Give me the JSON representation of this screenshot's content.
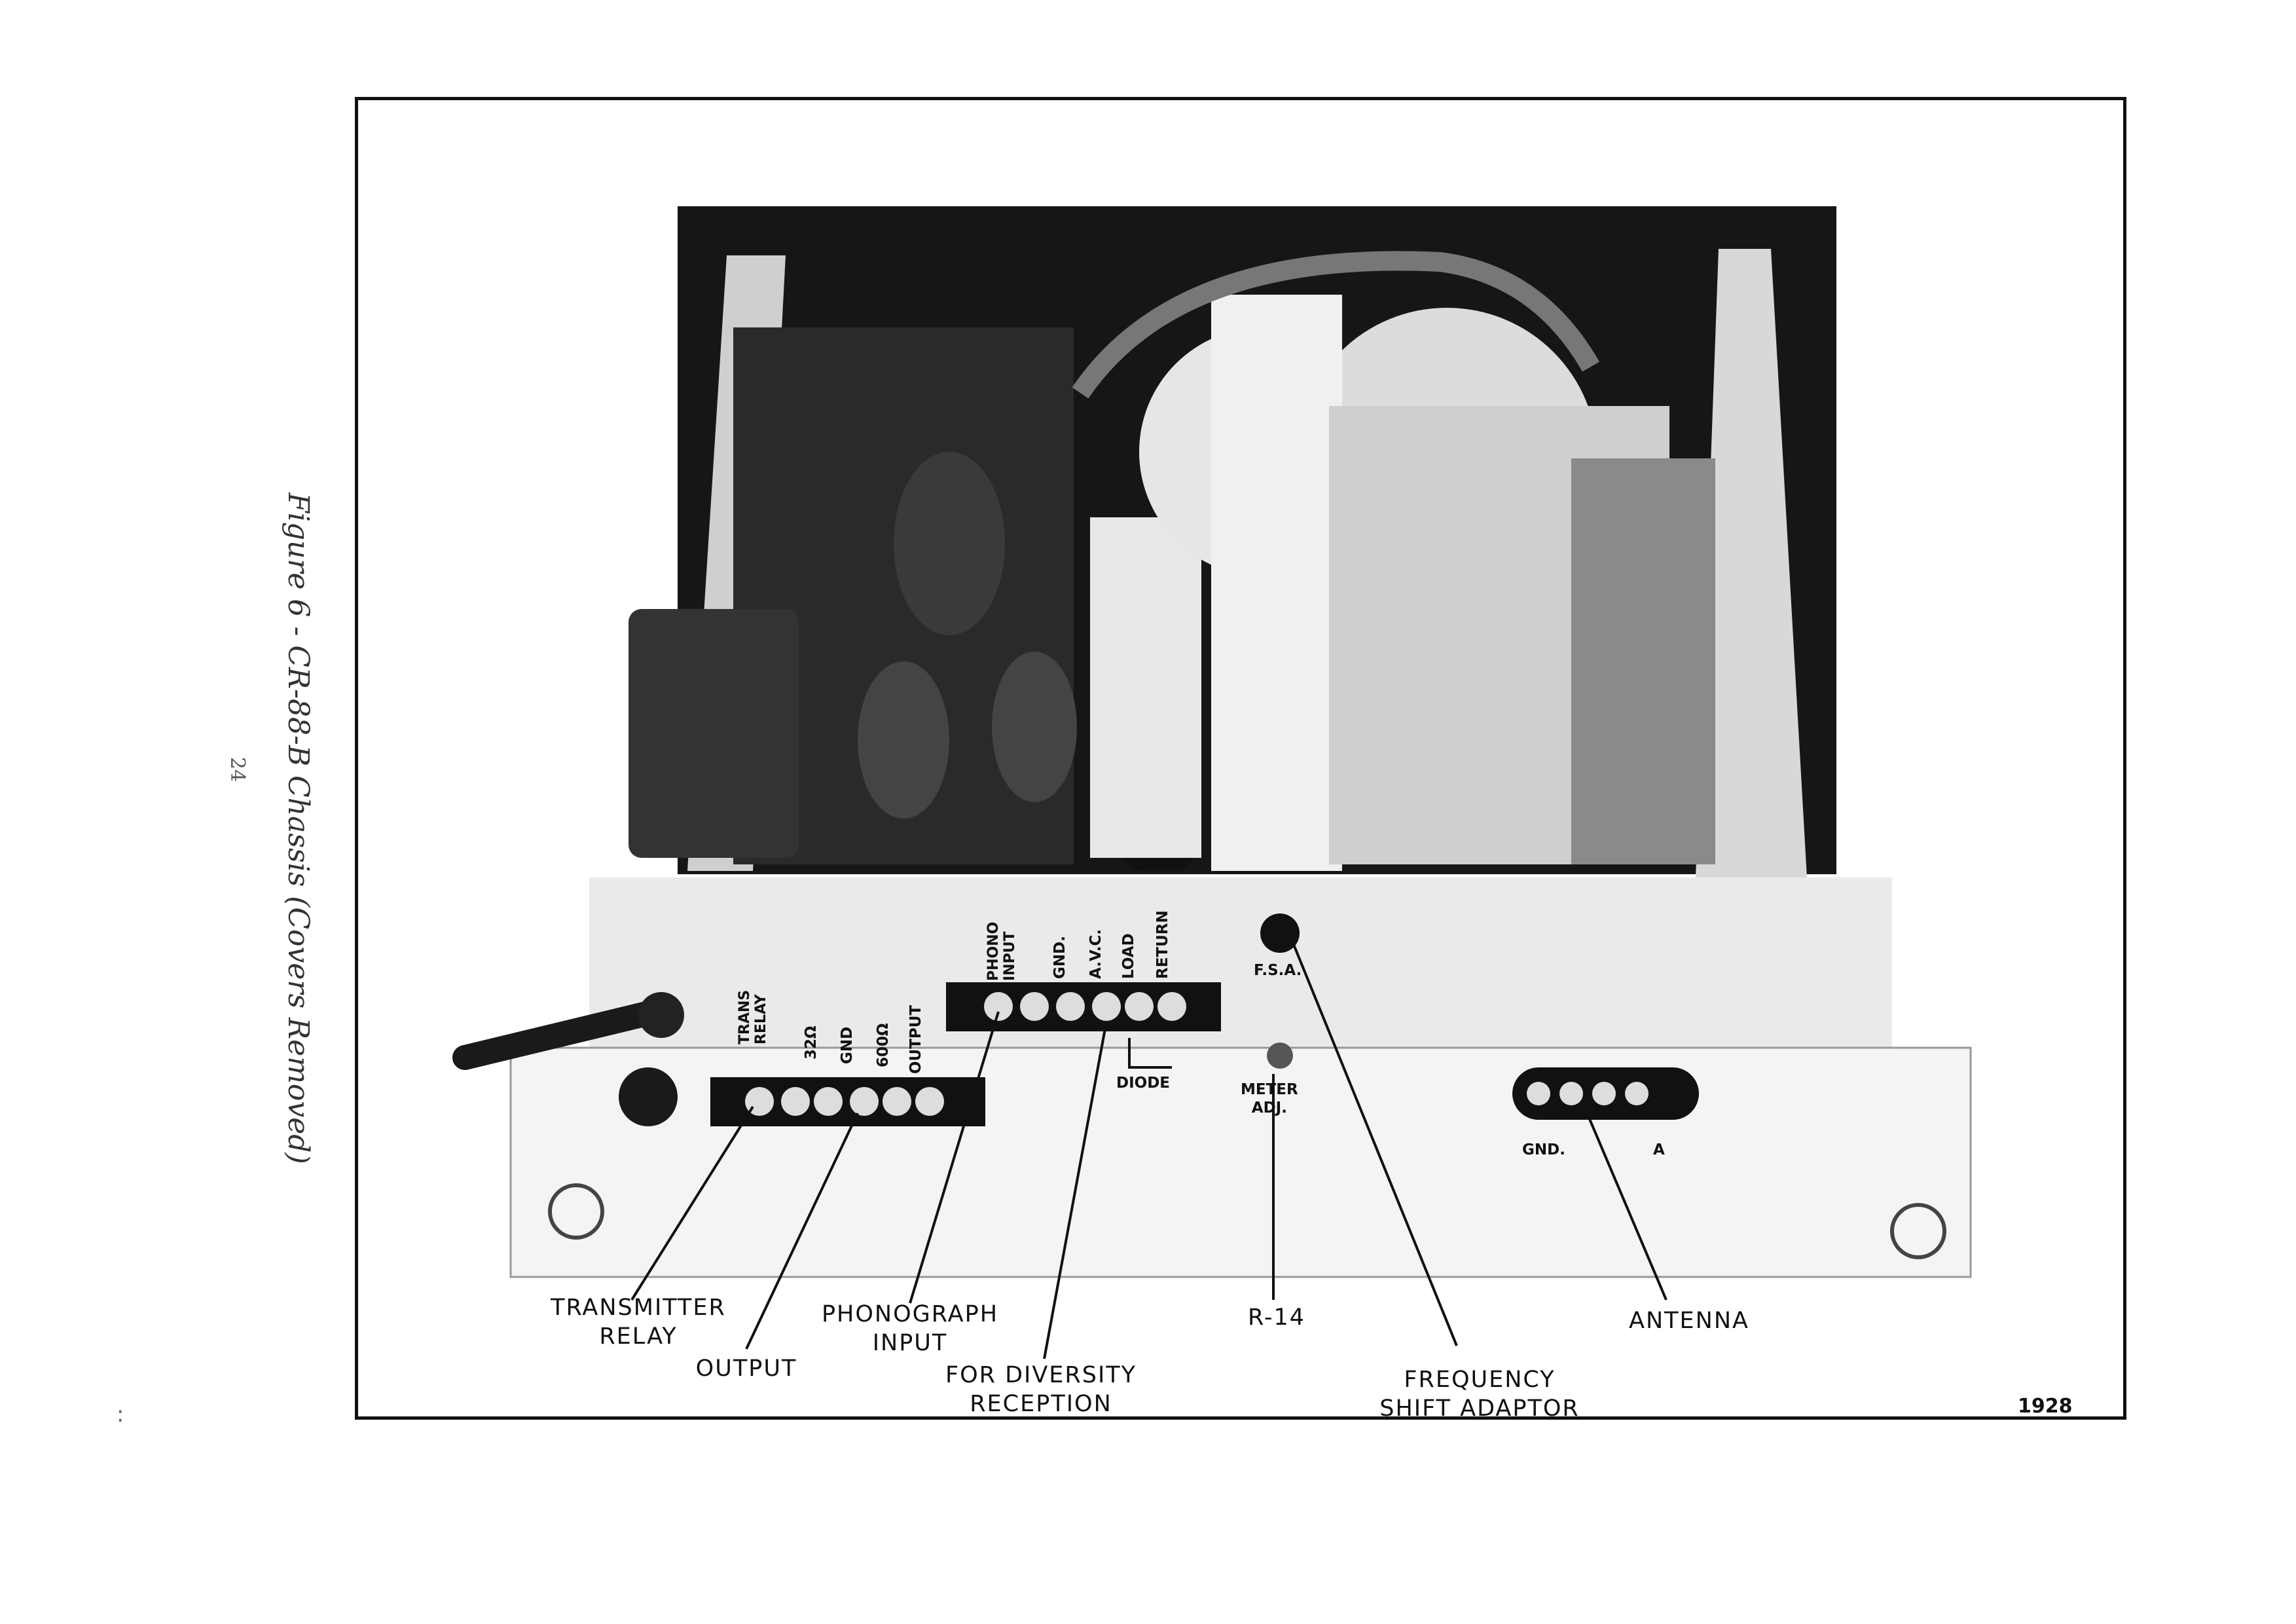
{
  "caption": "Figure 6 - CR-88-B Chassis (Covers Removed)",
  "page_number": "24",
  "margin_mark": ":",
  "figure_number": "1928",
  "callouts": {
    "transmitter_relay": "TRANSMITTER\nRELAY",
    "output": "OUTPUT",
    "phonograph_input": "PHONOGRAPH\nINPUT",
    "diversity_reception": "FOR DIVERSITY\nRECEPTION",
    "r14": "R-14",
    "frequency_shift_adaptor": "FREQUENCY\nSHIFT ADAPTOR",
    "antenna": "ANTENNA"
  },
  "panel_labels": {
    "trans_relay": "TRANS\nRELAY",
    "ohm32": "32Ω",
    "gnd": "GND",
    "ohm600": "600Ω",
    "output": "OUTPUT",
    "phono_input": "PHONO\nINPUT",
    "gnd2": "GND.",
    "avc": "A.V.C.",
    "load": "LOAD",
    "return": "RETURN",
    "diode": "DIODE",
    "fsa": "F.S.A.",
    "meter_adj": "METER\nADJ.",
    "gnd_a": "GND.",
    "a": "A"
  }
}
